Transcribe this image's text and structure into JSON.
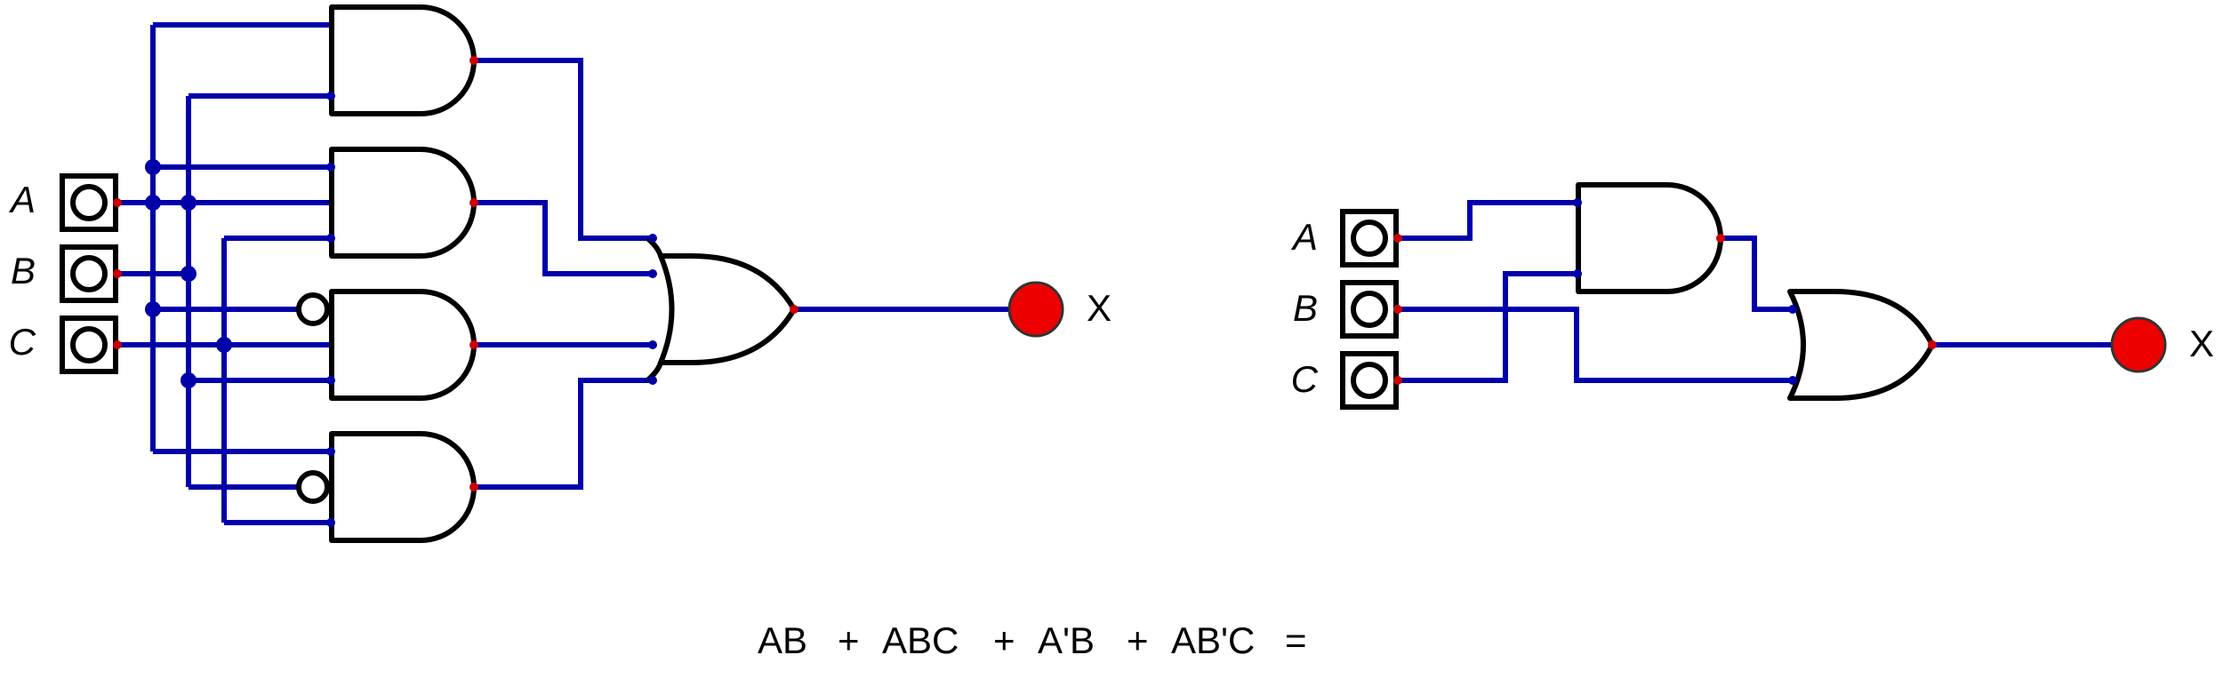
{
  "left_circuit": {
    "inputs": [
      "A",
      "B",
      "C"
    ],
    "output": "X"
  },
  "right_circuit": {
    "inputs": [
      "A",
      "B",
      "C"
    ],
    "output": "X"
  },
  "expression": [
    "AB",
    "+",
    "ABC",
    "+",
    "A'B",
    "+",
    "AB'C",
    "="
  ],
  "colors": {
    "wire": "#0000aa",
    "gate": "#000000",
    "led": "#ee0000",
    "pin": "#cc0000"
  }
}
